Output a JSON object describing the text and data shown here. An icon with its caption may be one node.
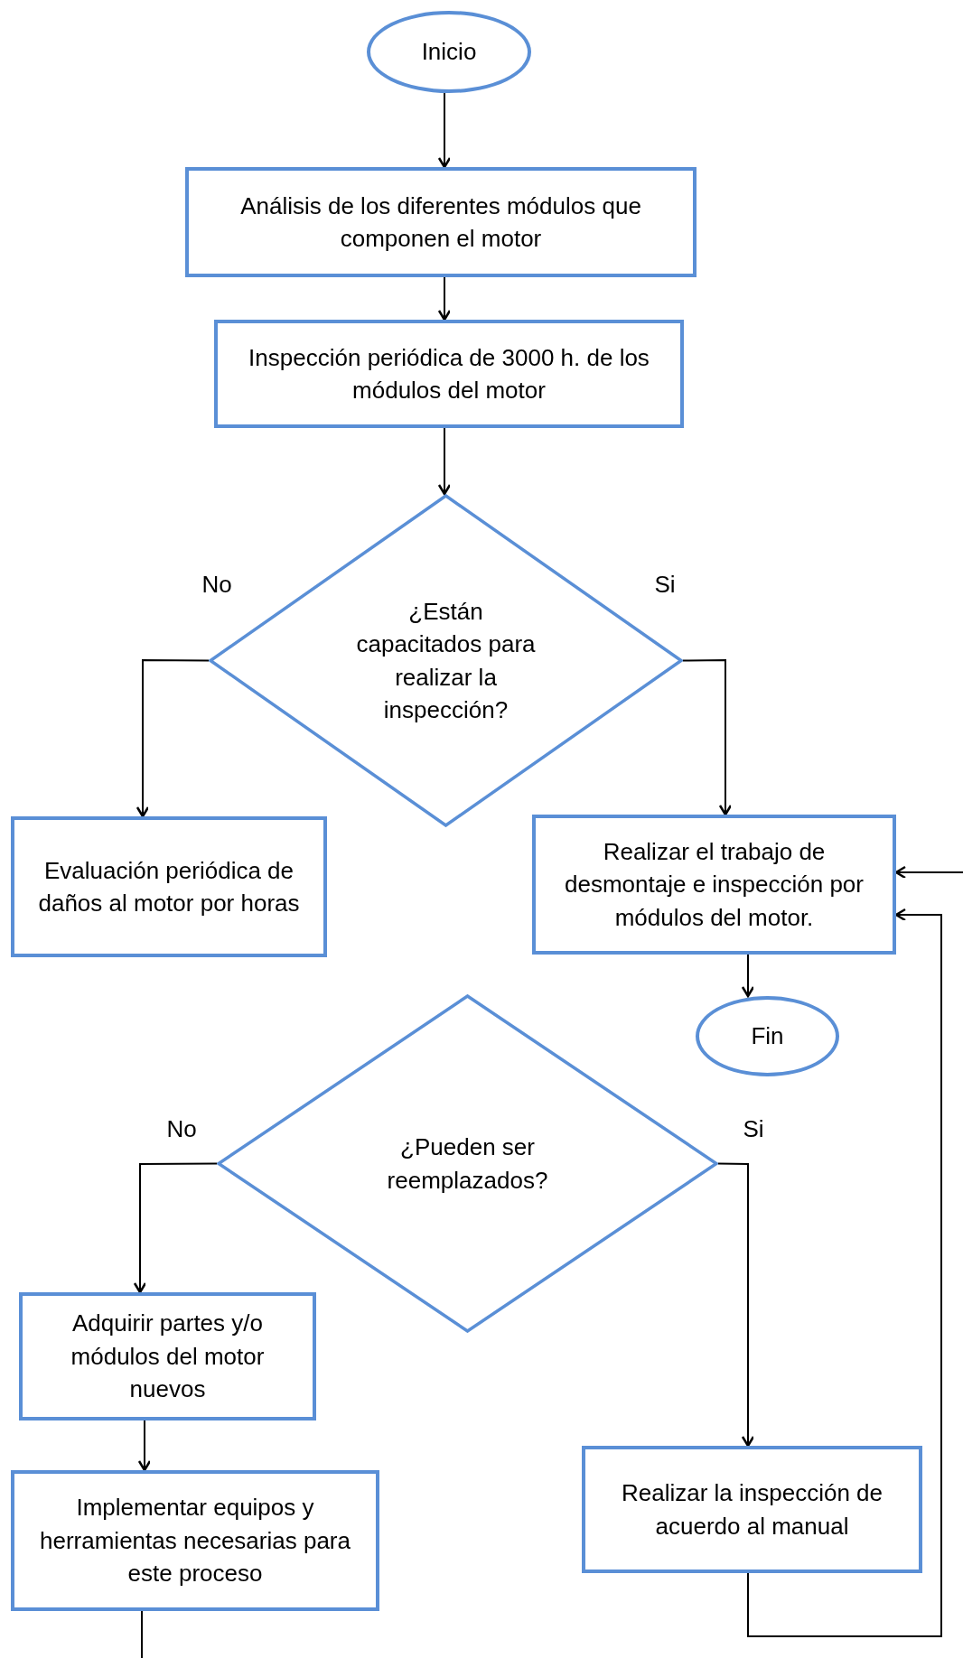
{
  "diagram": {
    "nodes": [
      {
        "text": [
          "Inicio"
        ]
      },
      {
        "text": [
          "Análisis de los diferentes módulos que componen el motor"
        ]
      },
      {
        "text": [
          "Inspección periódica de 3000 h. de los módulos del motor"
        ]
      },
      {
        "text": [
          "¿Están capacitados para realizar la inspección?"
        ]
      },
      {
        "text": [
          "Evaluación periódica de daños al motor por horas"
        ]
      },
      {
        "text": [
          "Realizar el trabajo de desmontaje e inspección por módulos del motor."
        ]
      },
      {
        "text": [
          "Fin"
        ]
      },
      {
        "text": [
          "¿Pueden ser reemplazados?"
        ]
      },
      {
        "text": [
          "Adquirir partes y/o módulos del motor nuevos"
        ]
      },
      {
        "text": [
          "Implementar equipos y herramientas necesarias para este proceso"
        ]
      },
      {
        "text": [
          "Realizar la inspección de acuerdo al manual"
        ]
      }
    ],
    "edges": [
      {
        "from": 0,
        "to": 1,
        "arrow": "to"
      },
      {
        "from": 1,
        "to": 2,
        "arrow": "to"
      },
      {
        "from": 2,
        "to": 3,
        "arrow": "to"
      },
      {
        "from": 3,
        "to": 4,
        "arrow": "to",
        "label": "No"
      },
      {
        "from": 3,
        "to": 5,
        "arrow": "to",
        "label": "Si"
      },
      {
        "from": 5,
        "to": 6,
        "arrow": "to"
      },
      {
        "from": 7,
        "to": 8,
        "arrow": "to",
        "label": "No"
      },
      {
        "from": 7,
        "to": 10,
        "arrow": "to",
        "label": "Si"
      },
      {
        "from": 8,
        "to": 9,
        "arrow": "to"
      },
      {
        "from": 10,
        "to": 5,
        "arrow": "to"
      },
      {
        "from": 9,
        "to": null,
        "arrow": "none"
      },
      {
        "from": null,
        "to": 5,
        "arrow": "to"
      }
    ]
  }
}
